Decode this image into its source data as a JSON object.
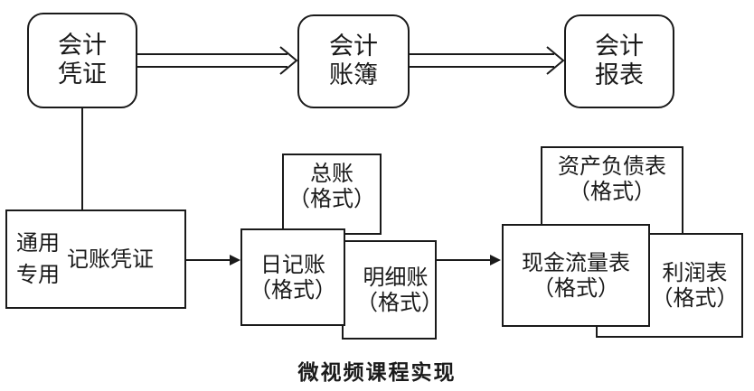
{
  "diagram": {
    "top_row": [
      {
        "line1": "会计",
        "line2": "凭证"
      },
      {
        "line1": "会计",
        "line2": "账簿"
      },
      {
        "line1": "会计",
        "line2": "报表"
      }
    ],
    "voucher": {
      "left_top": "通用",
      "left_bottom": "专用",
      "right": "记账凭证"
    },
    "ledgers": {
      "general": {
        "line1": "总账",
        "line2": "（格式）"
      },
      "journal": {
        "line1": "日记账",
        "line2": "（格式）"
      },
      "detail": {
        "line1": "明细账",
        "line2": "（格式）"
      }
    },
    "statements": {
      "balance": {
        "line1": "资产负债表",
        "line2": "（格式）"
      },
      "cashflow": {
        "line1": "现金流量表",
        "line2": "（格式）"
      },
      "profit": {
        "line1": "利润表",
        "line2": "（格式）"
      }
    },
    "caption": "微视频课程实现"
  }
}
